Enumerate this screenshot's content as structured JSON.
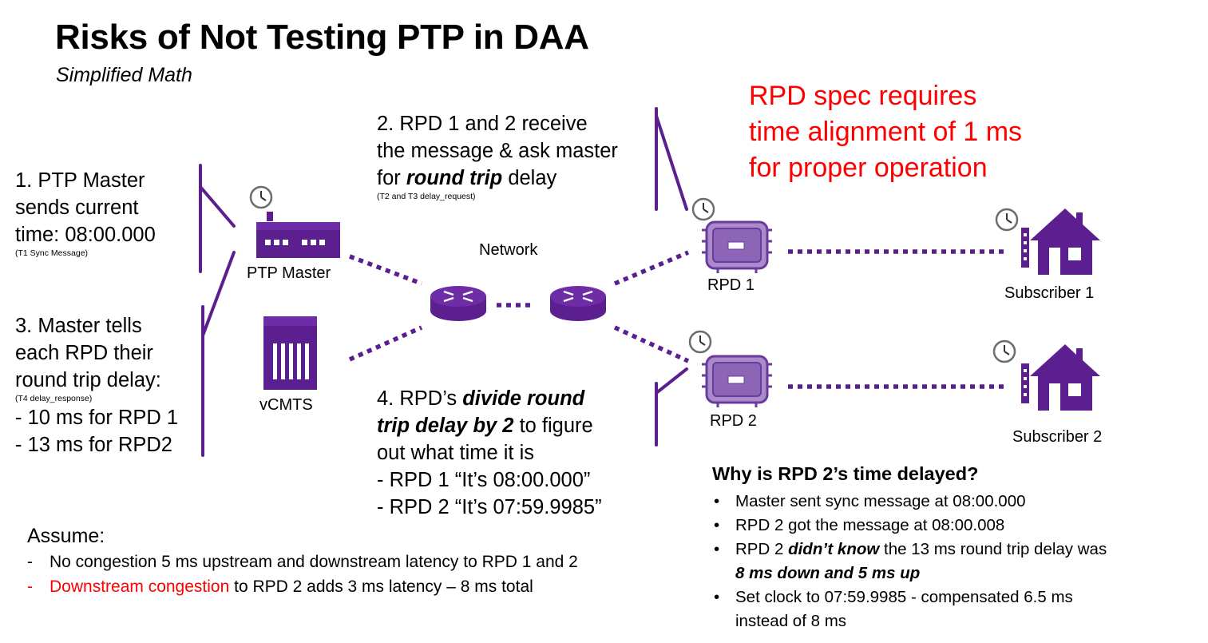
{
  "header": {
    "title": "Risks of Not Testing PTP in DAA",
    "subtitle": "Simplified Math"
  },
  "spec_note": {
    "lines": [
      "RPD spec requires",
      "time alignment of 1 ms",
      "for proper operation"
    ]
  },
  "step1": {
    "lines": [
      "1. PTP Master",
      "sends current",
      "time: 08:00.000"
    ],
    "note": "(T1 Sync Message)"
  },
  "step2": {
    "line1": "2. RPD 1 and 2 receive",
    "line2": "the message & ask master",
    "line3_pre": "for ",
    "line3_emph": "round trip",
    "line3_post": " delay",
    "note": "(T2 and T3 delay_request)"
  },
  "step3": {
    "lines": [
      "3. Master tells",
      "each RPD their",
      "round trip delay:"
    ],
    "note": "(T4 delay_response)",
    "items": [
      "- 10 ms for RPD 1",
      "- 13 ms for RPD2"
    ]
  },
  "step4": {
    "line1_pre": "4. RPD’s ",
    "line1_emph": "divide round",
    "line2_emph": "trip delay by 2",
    "line2_post": " to figure",
    "line3": "out what time it is",
    "items": [
      "- RPD 1 “It’s 08:00.000”",
      "- RPD 2 “It’s 07:59.9985”"
    ]
  },
  "nodes": {
    "ptp_master": "PTP Master",
    "vcmts": "vCMTS",
    "network": "Network",
    "rpd1": "RPD 1",
    "rpd2": "RPD 2",
    "subscriber1": "Subscriber 1",
    "subscriber2": "Subscriber 2"
  },
  "assume": {
    "head": "Assume:",
    "items": [
      {
        "dash": "-",
        "text": "No congestion 5 ms upstream and downstream latency to RPD 1 and 2"
      },
      {
        "dash": "-",
        "emph": "Downstream congestion",
        "text": " to RPD 2 adds 3 ms latency – 8 ms total"
      }
    ]
  },
  "why": {
    "head": "Why is RPD 2’s time delayed?",
    "bullet": "•",
    "items": [
      "Master sent sync message at 08:00.000",
      "RPD 2 got the message at 08:00.008",
      "Set clock to 07:59.9985 - compensated 6.5 ms",
      "instead of 8 ms"
    ],
    "item3_pre": "RPD 2 ",
    "item3_emph": "didn’t know",
    "item3_post": " the 13 ms round trip delay was",
    "item3_line2": "8 ms down and 5 ms up"
  },
  "icons": {
    "clock": "clock-icon",
    "server": "ptp-master-icon",
    "cmts": "vcmts-icon",
    "router": "router-icon",
    "rpd": "rpd-device-icon",
    "house": "house-icon",
    "modem": "modem-icon"
  },
  "colors": {
    "purple": "#5b1f8f",
    "accent_red": "#ff0000"
  }
}
